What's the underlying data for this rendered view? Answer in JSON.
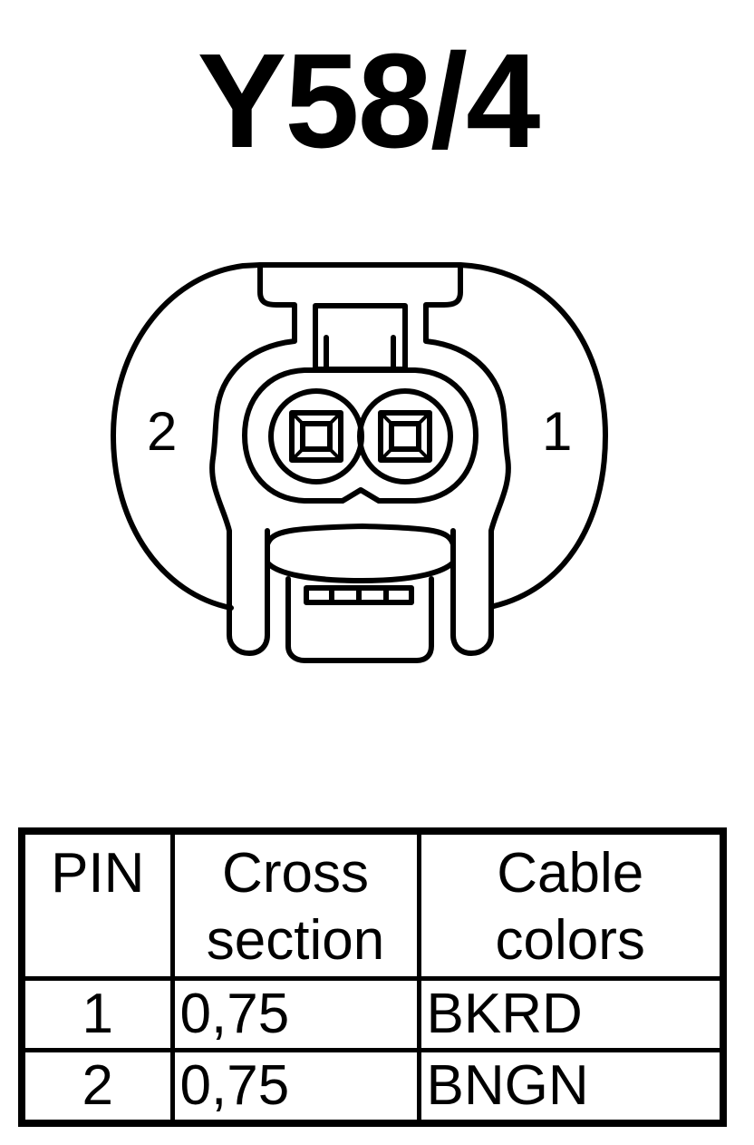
{
  "title": "Y58/4",
  "connector": {
    "pin_labels": [
      "2",
      "1"
    ]
  },
  "table": {
    "headers": {
      "pin": "PIN",
      "cross_section": [
        "Cross",
        "section"
      ],
      "cable_colors": [
        "Cable",
        "colors"
      ]
    },
    "rows": [
      {
        "pin": "1",
        "cross_section": "0,75",
        "color": "BKRD"
      },
      {
        "pin": "2",
        "cross_section": "0,75",
        "color": "BNGN"
      }
    ]
  },
  "colors": {
    "ink": "#000000",
    "paper": "#ffffff"
  }
}
